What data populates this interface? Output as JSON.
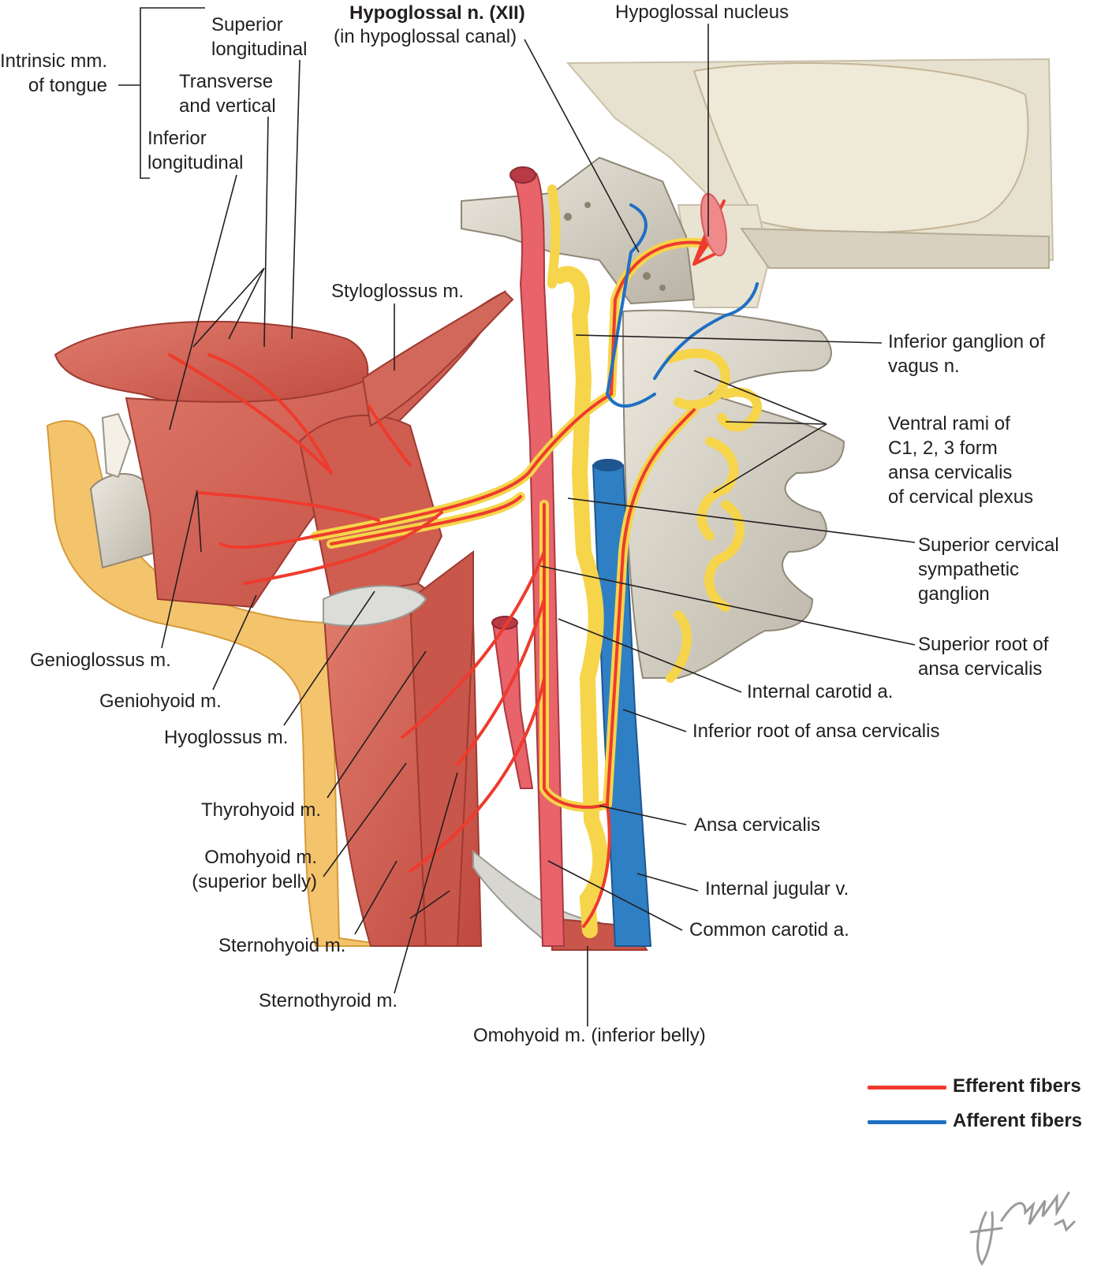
{
  "labels": {
    "intrinsic": [
      "Intrinsic mm.",
      "of tongue"
    ],
    "superior_longitudinal": [
      "Superior",
      "longitudinal"
    ],
    "transverse_vertical": [
      "Transverse",
      "and vertical"
    ],
    "inferior_longitudinal": [
      "Inferior",
      "longitudinal"
    ],
    "hypoglossal_nerve": "Hypoglossal n. (XII)",
    "hypoglossal_canal": "(in hypoglossal canal)",
    "hypoglossal_nucleus": "Hypoglossal nucleus",
    "styloglossus": "Styloglossus m.",
    "inferior_ganglion_vagus": [
      "Inferior ganglion of",
      "vagus n."
    ],
    "ventral_rami": [
      "Ventral rami of",
      "C1, 2, 3 form",
      "ansa cervicalis",
      "of cervical plexus"
    ],
    "superior_cervical_ganglion": [
      "Superior cervical",
      "sympathetic",
      "ganglion"
    ],
    "superior_root": [
      "Superior root of",
      "ansa cervicalis"
    ],
    "internal_carotid": "Internal carotid a.",
    "inferior_root": "Inferior root of ansa cervicalis",
    "ansa_cervicalis": "Ansa cervicalis",
    "internal_jugular": "Internal jugular v.",
    "common_carotid": "Common carotid a.",
    "omohyoid_inferior": "Omohyoid m. (inferior belly)",
    "genioglossus": "Genioglossus m.",
    "geniohyoid": "Geniohyoid m.",
    "hyoglossus": "Hyoglossus m.",
    "thyrohyoid": "Thyrohyoid m.",
    "omohyoid_superior": [
      "Omohyoid m.",
      "(superior belly)"
    ],
    "sternohyoid": "Sternohyoid m.",
    "sternothyroid": "Sternothyroid m."
  },
  "legend": {
    "efferent": {
      "label": "Efferent fibers",
      "color": "#ee3b2d"
    },
    "afferent": {
      "label": "Afferent fibers",
      "color": "#1f6fc4"
    }
  },
  "colors": {
    "muscle": "#d9685a",
    "muscle_dark": "#b8463c",
    "nerve_yellow": "#f6d54a",
    "artery": "#e8636a",
    "vein": "#2f7fc4",
    "bone": "#d8d2c4",
    "brain": "#ece6d4",
    "skin": "#f3c46c"
  }
}
